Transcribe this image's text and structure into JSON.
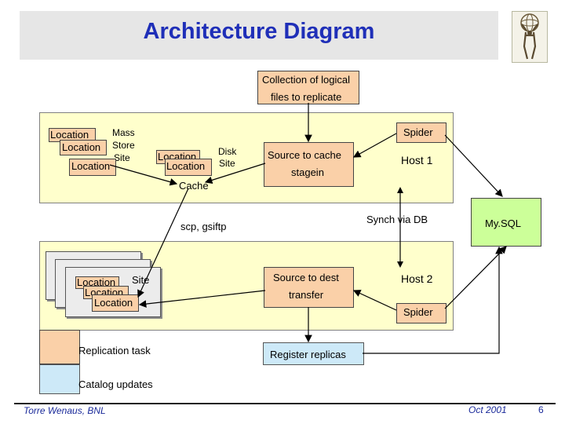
{
  "title": "Architecture Diagram",
  "nodes": {
    "collection": "Collection of logical",
    "collection_2": "files to replicate",
    "spider_top": "Spider",
    "source_cache": "Source to cache",
    "stagein": "stagein",
    "host1": "Host 1",
    "mass_store_1": "Mass",
    "mass_store_2": "Store",
    "mass_store_3": "Site",
    "disk_site_1": "Disk",
    "disk_site_2": "Site",
    "cache": "Cache",
    "scp": "scp, gsiftp",
    "synch": "Synch  via DB",
    "mysql": "My.SQL",
    "site": "Site",
    "source_dest": "Source to dest",
    "transfer": "transfer",
    "host2": "Host 2",
    "spider_bottom": "Spider",
    "register": "Register replicas",
    "location": "Location"
  },
  "legend": {
    "replication": "Replication task",
    "catalog": "Catalog updates"
  },
  "footer": {
    "author": "Torre Wenaus, BNL",
    "date": "Oct 2001",
    "page": "6"
  },
  "colors": {
    "title": "#1f2fb8",
    "host_box": "#ffffcc",
    "replication_task": "#fad0a8",
    "catalog_update": "#cde9f8",
    "mysql": "#ccff99"
  }
}
